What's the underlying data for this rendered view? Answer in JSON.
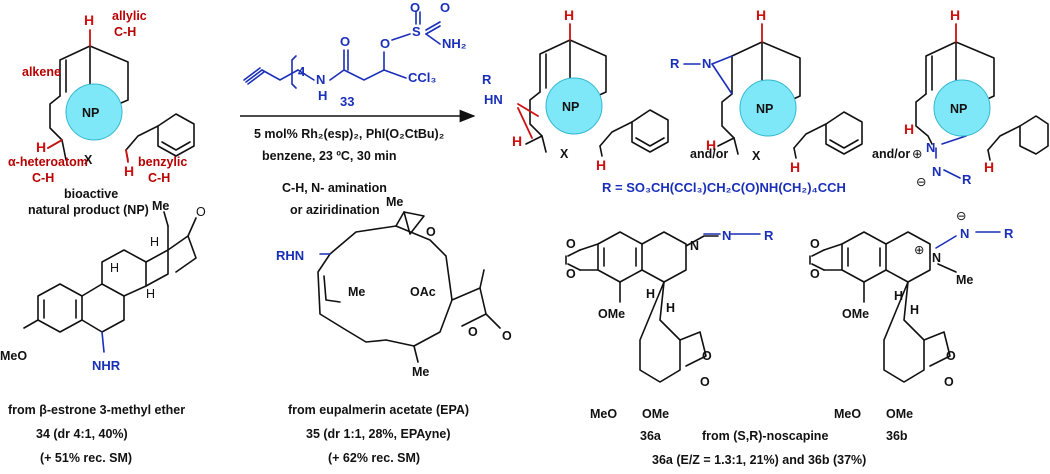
{
  "labels": {
    "allylic": "allylic",
    "allylic_ch": "C-H",
    "alkene": "alkene",
    "np": "NP",
    "x": "X",
    "h": "H",
    "alpha_heteroatom": "α-heteroatom",
    "alpha_ch": "C-H",
    "benzylic": "benzylic",
    "benzylic_ch": "C-H",
    "bioactive_line1": "bioactive",
    "bioactive_line2": "natural product (NP)"
  },
  "reagent": {
    "o": "O",
    "s": "S",
    "nh2": "NH₂",
    "n": "N",
    "nh_h": "H",
    "ccl3": "CCl₃",
    "chain_n": "4",
    "compound": "33"
  },
  "conditions": {
    "line1": "5 mol% Rh₂(esp)₂, PhI(O₂CtBu)₂",
    "line2": "benzene, 23 ºC, 30 min",
    "line3": "C-H, N- amination",
    "line4": "or aziridination"
  },
  "products": {
    "hn": "HN",
    "r": "R",
    "n": "N",
    "and_or_1": "and/or",
    "and_or_2": "and/or",
    "plus": "⊕",
    "minus": "⊖",
    "r_definition": "R = SO₃CH(CCl₃)CH₂C(O)NH(CH₂)₄CCH"
  },
  "examples": {
    "c34": {
      "o": "O",
      "me": "Me",
      "h": "H",
      "meo": "MeO",
      "nhr": "NHR",
      "caption1": "from β-estrone 3-methyl ether",
      "caption2": "34 (dr 4:1, 40%)",
      "caption3": "(+ 51% rec. SM)"
    },
    "c35": {
      "rhn": "RHN",
      "me": "Me",
      "oac": "OAc",
      "o": "O",
      "caption1": "from eupalmerin acetate (EPA)",
      "caption2": "35 (dr 1:1, 28%, EPAyne)",
      "caption3": "(+ 62% rec. SM)"
    },
    "c36": {
      "o": "O",
      "n": "N",
      "r": "R",
      "h": "H",
      "ome": "OMe",
      "me": "Me",
      "meo": "MeO",
      "label_a": "36a",
      "label_b": "36b",
      "caption1": "from (S,R)-noscapine",
      "caption2": "36a (E/Z = 1.3:1, 21%) and 36b (37%)"
    }
  }
}
